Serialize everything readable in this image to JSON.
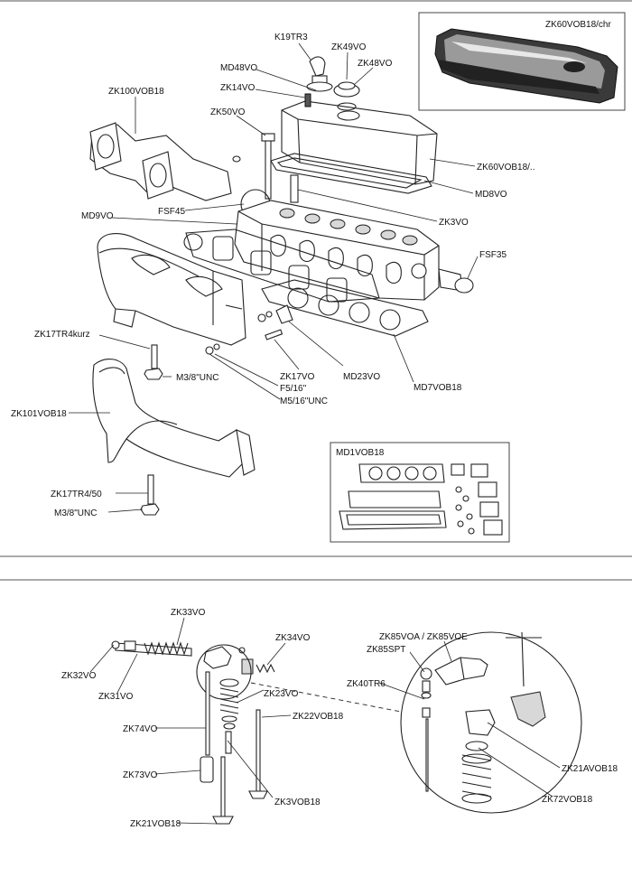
{
  "diagram_top": {
    "inset_photo_label": "ZK60VOB18/chr",
    "kit_box_label": "MD1VOB18",
    "callouts": {
      "k19tr3": "K19TR3",
      "zk49vo": "ZK49VO",
      "zk48vo": "ZK48VO",
      "md48vo": "MD48VO",
      "zk14vo": "ZK14VO",
      "zk100vob18": "ZK100VOB18",
      "zk50vo": "ZK50VO",
      "zk60vob18": "ZK60VOB18/..",
      "md8vo": "MD8VO",
      "fsf45": "FSF45",
      "md9vo": "MD9VO",
      "zk3vo": "ZK3VO",
      "fsf35": "FSF35",
      "zk17tr4kurz": "ZK17TR4kurz",
      "m38unc_a": "M3/8\"UNC",
      "zk17vo": "ZK17VO",
      "md23vo": "MD23VO",
      "f516": "F5/16\"",
      "m516unc": "M5/16\"UNC",
      "md7vob18": "MD7VOB18",
      "zk101vob18": "ZK101VOB18",
      "zk17tr450": "ZK17TR4/50",
      "m38unc_b": "M3/8\"UNC"
    }
  },
  "diagram_bottom": {
    "callouts": {
      "zk33vo": "ZK33VO",
      "zk34vo": "ZK34VO",
      "zk32vo": "ZK32VO",
      "zk31vo": "ZK31VO",
      "zk23vo": "ZK23VO",
      "zk22vob18": "ZK22VOB18",
      "zk74vo": "ZK74VO",
      "zk73vo": "ZK73VO",
      "zk3vob18": "ZK3VOB18",
      "zk21vob18": "ZK21VOB18",
      "zk85vo": "ZK85VOA / ZK85VOE",
      "zk85spt": "ZK85SPT",
      "zk40tr6": "ZK40TR6",
      "zk21avob18": "ZK21AVOB18",
      "zk72vob18": "ZK72VOB18"
    }
  }
}
